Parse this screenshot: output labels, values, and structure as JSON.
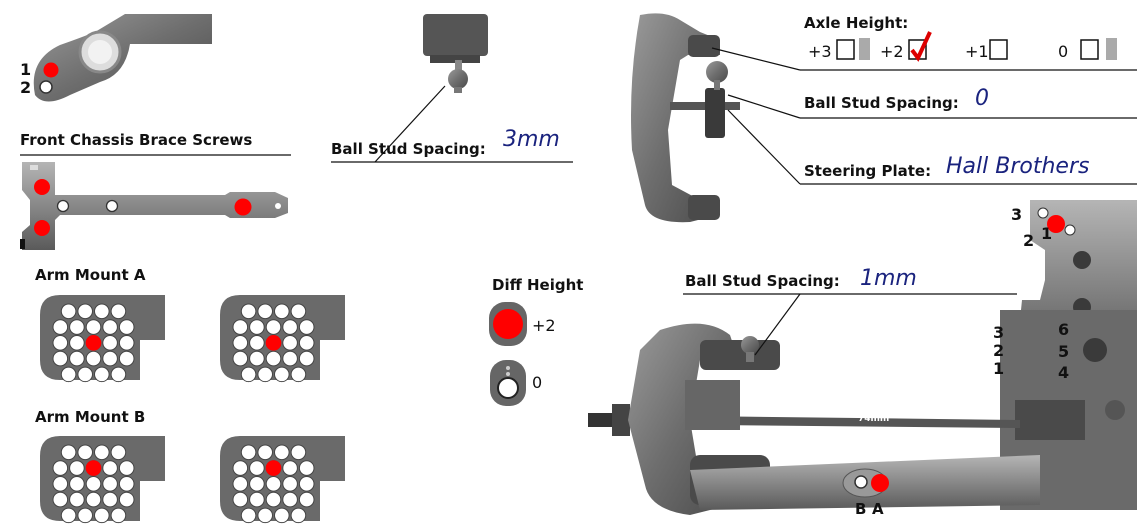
{
  "labels": {
    "front_brace": "Front Chassis Brace Screws",
    "arm_mount_a": "Arm Mount A",
    "arm_mount_b": "Arm Mount B",
    "diff_height": "Diff Height",
    "axle_height": "Axle Height:",
    "ball_stud_spacing_center": "Ball Stud Spacing:",
    "ball_stud_spacing_top": "Ball Stud Spacing:",
    "steering_plate": "Steering Plate:",
    "ball_stud_spacing_lower": "Ball Stud Spacing:"
  },
  "values": {
    "ball_stud_spacing_center": "3mm",
    "ball_stud_spacing_top": "0",
    "steering_plate": "Hall Brothers",
    "ball_stud_spacing_lower": "1mm",
    "tie_rod_length": "74mm"
  },
  "diff_height": {
    "opt1": "+2",
    "opt2": "0",
    "selected": "+2"
  },
  "axle_height": {
    "options": [
      "+3",
      "+2",
      "+1",
      "0"
    ],
    "selected": "+2",
    "check_mark": "✓"
  },
  "arm_numbers": {
    "n1": "1",
    "n2": "2"
  },
  "tower": {
    "n3": "3",
    "n2": "2",
    "n1": "1"
  },
  "shock": {
    "l3": "3",
    "l2": "2",
    "l1": "1",
    "r6": "6",
    "r5": "5",
    "r4": "4"
  },
  "arm_bottom": {
    "b": "B",
    "a": "A"
  },
  "colors": {
    "selected": "#ff0000",
    "part": "#6a6a6a",
    "value": "#1a237e"
  }
}
